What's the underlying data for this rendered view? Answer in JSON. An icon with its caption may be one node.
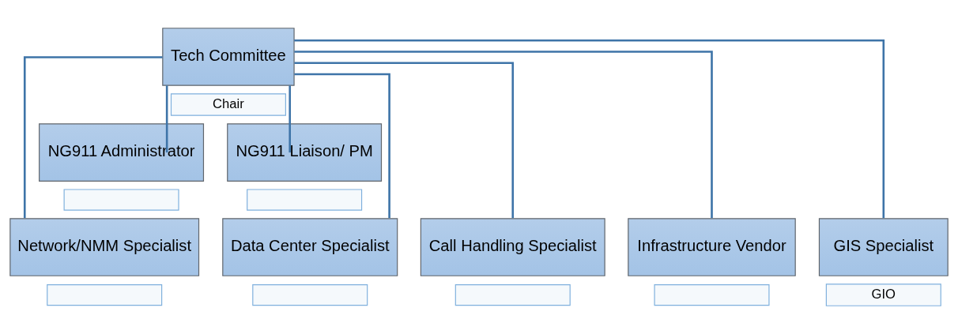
{
  "diagram": {
    "nodes": [
      {
        "text": [
          "Tech Committee"
        ]
      },
      {
        "text": [
          "Chair"
        ]
      },
      {
        "text": [
          "NG911 Administrator"
        ]
      },
      {
        "text": [],
        "shape": "box"
      },
      {
        "text": [
          "NG911 Liaison/ PM"
        ]
      },
      {
        "text": [],
        "shape": "box"
      },
      {
        "text": [
          "Network/NMM Specialist"
        ]
      },
      {
        "text": [],
        "shape": "box"
      },
      {
        "text": [
          "Data Center Specialist"
        ]
      },
      {
        "text": [],
        "shape": "box"
      },
      {
        "text": [
          "Call Handling Specialist"
        ]
      },
      {
        "text": [],
        "shape": "box"
      },
      {
        "text": [
          "Infrastructure Vendor"
        ]
      },
      {
        "text": [],
        "shape": "box"
      },
      {
        "text": [
          "GIS Specialist"
        ]
      },
      {
        "text": [
          "GIO"
        ]
      }
    ],
    "edges": [
      {
        "from": 0,
        "to": 2,
        "arrow": "none"
      },
      {
        "from": 0,
        "to": 4,
        "arrow": "none"
      },
      {
        "from": 0,
        "to": 6,
        "arrow": "none"
      },
      {
        "from": 0,
        "to": 8,
        "arrow": "none"
      },
      {
        "from": 0,
        "to": 10,
        "arrow": "none"
      },
      {
        "from": 0,
        "to": 12,
        "arrow": "none"
      },
      {
        "from": 0,
        "to": 14,
        "arrow": "none"
      }
    ]
  }
}
